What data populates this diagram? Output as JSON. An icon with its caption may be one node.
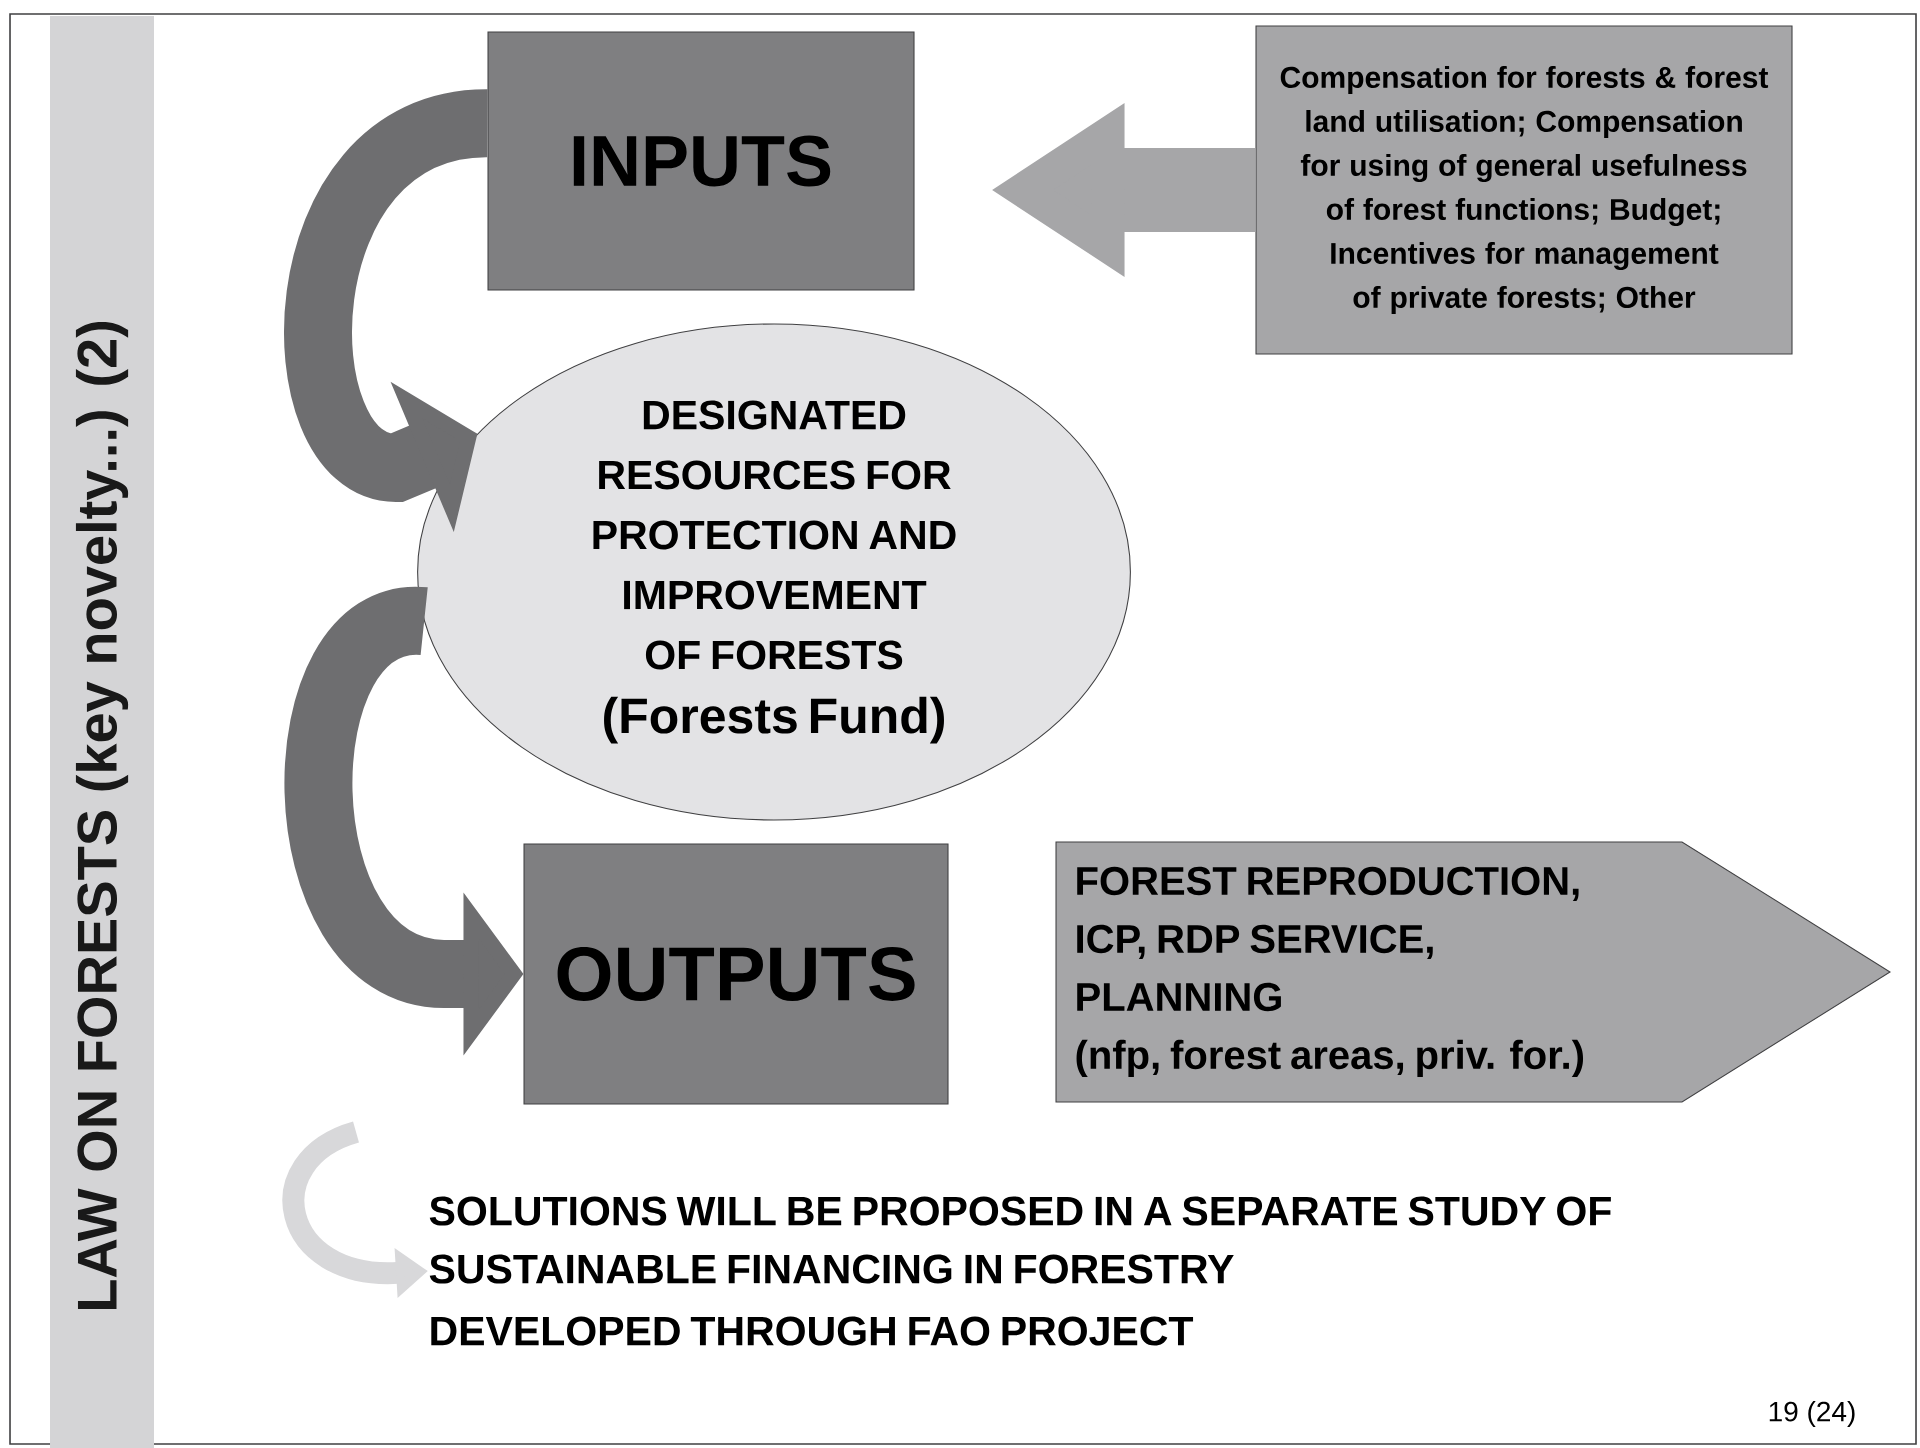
{
  "diagram": {
    "title": "LAW ON FORESTS (key novelty...) (2)",
    "nodes": [
      {
        "text": [
          "INPUTS"
        ]
      },
      {
        "text": [
          "Compensation for forests & forest land utilisation; Compensation for using of general usefulness of forest functions; Budget; Incentives for management of private forests; Other"
        ]
      },
      {
        "text": [
          "DESIGNATED RESOURCES FOR PROTECTION AND IMPROVEMENT OF FORESTS",
          "(Forests Fund)"
        ]
      },
      {
        "text": [
          "OUTPUTS"
        ]
      },
      {
        "text": [
          "FOREST REPRODUCTION, ICP, RDP SERVICE, PLANNING",
          "(nfp, forest areas, priv. for.)"
        ]
      },
      {
        "text": [
          "SOLUTIONS WILL BE PROPOSED IN A SEPARATE STUDY OF SUSTAINABLE FINANCING IN FORESTRY",
          "DEVELOPED THROUGH FAO PROJECT"
        ]
      }
    ],
    "edges": [
      {
        "from": 1,
        "to": 0,
        "arrow": "to",
        "color": "#a6a6a8"
      },
      {
        "from": 0,
        "to": 2,
        "arrow": "to"
      },
      {
        "from": 2,
        "to": 3,
        "arrow": "to"
      },
      {
        "from": null,
        "to": 5,
        "arrow": "to",
        "color": "#d8d8da"
      }
    ],
    "labels": [
      "19 (24)"
    ]
  }
}
